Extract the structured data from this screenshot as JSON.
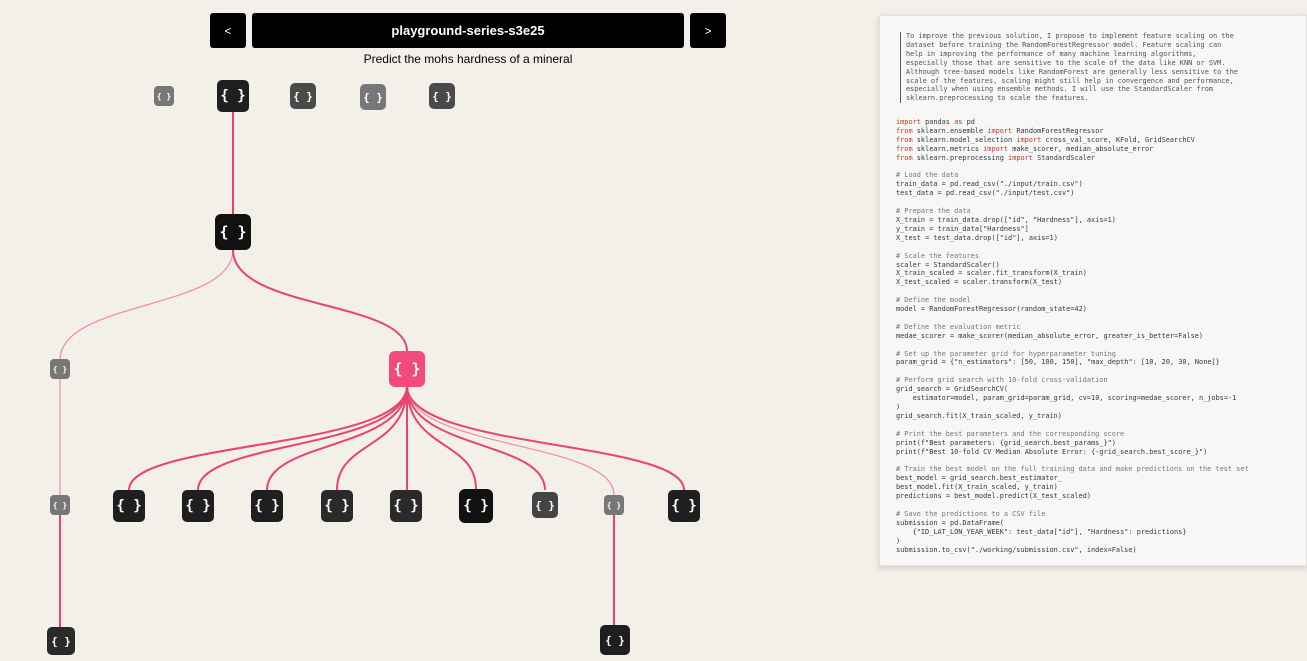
{
  "header": {
    "prev_label": "<",
    "next_label": ">",
    "competition_title": "playground-series-s3e25",
    "task_description": "Predict the mohs hardness of a mineral"
  },
  "colors": {
    "background": "#f2f0e8",
    "node_dark": "#1f1f1f",
    "node_mid": "#444444",
    "node_light": "#777777",
    "node_highlight": "#f04b7a",
    "edge": "#e9436f",
    "edge_light": "#f18aa5"
  },
  "tree": {
    "node_icon": "curly-braces-icon",
    "node_glyph": "{ }"
  },
  "plan_text": "To improve the previous solution, I propose to implement feature scaling on the\ndataset before training the RandomForestRegressor model. Feature scaling can\nhelp in improving the performance of many machine learning algorithms,\nespecially those that are sensitive to the scale of the data like KNN or SVM.\nAlthough tree-based models like RandomForest are generally less sensitive to the\nscale of the features, scaling might still help in convergence and performance,\nespecially when using ensemble methods. I will use the StandardScaler from\nsklearn.preprocessing to scale the features.",
  "code_lines": [
    "import pandas as pd",
    "from sklearn.ensemble import RandomForestRegressor",
    "from sklearn.model_selection import cross_val_score, KFold, GridSearchCV",
    "from sklearn.metrics import make_scorer, median_absolute_error",
    "from sklearn.preprocessing import StandardScaler",
    "",
    "# Load the data",
    "train_data = pd.read_csv(\"./input/train.csv\")",
    "test_data = pd.read_csv(\"./input/test.csv\")",
    "",
    "# Prepare the data",
    "X_train = train_data.drop([\"id\", \"Hardness\"], axis=1)",
    "y_train = train_data[\"Hardness\"]",
    "X_test = test_data.drop([\"id\"], axis=1)",
    "",
    "# Scale the features",
    "scaler = StandardScaler()",
    "X_train_scaled = scaler.fit_transform(X_train)",
    "X_test_scaled = scaler.transform(X_test)",
    "",
    "# Define the model",
    "model = RandomForestRegressor(random_state=42)",
    "",
    "# Define the evaluation metric",
    "medae_scorer = make_scorer(median_absolute_error, greater_is_better=False)",
    "",
    "# Set up the parameter grid for hyperparameter tuning",
    "param_grid = {\"n_estimators\": [50, 100, 150], \"max_depth\": [10, 20, 30, None]}",
    "",
    "# Perform grid search with 10-fold cross-validation",
    "grid_search = GridSearchCV(",
    "    estimator=model, param_grid=param_grid, cv=10, scoring=medae_scorer, n_jobs=-1",
    ")",
    "grid_search.fit(X_train_scaled, y_train)",
    "",
    "# Print the best parameters and the corresponding score",
    "print(f\"Best parameters: {grid_search.best_params_}\")",
    "print(f\"Best 10-fold CV Median Absolute Error: {-grid_search.best_score_}\")",
    "",
    "# Train the best model on the full training data and make predictions on the test set",
    "best_model = grid_search.best_estimator_",
    "best_model.fit(X_train_scaled, y_train)",
    "predictions = best_model.predict(X_test_scaled)",
    "",
    "# Save the predictions to a CSV file",
    "submission = pd.DataFrame(",
    "    {\"ID_LAT_LON_YEAR_WEEK\": test_data[\"id\"], \"Hardness\": predictions}",
    ")",
    "submission.to_csv(\"./working/submission.csv\", index=False)"
  ]
}
